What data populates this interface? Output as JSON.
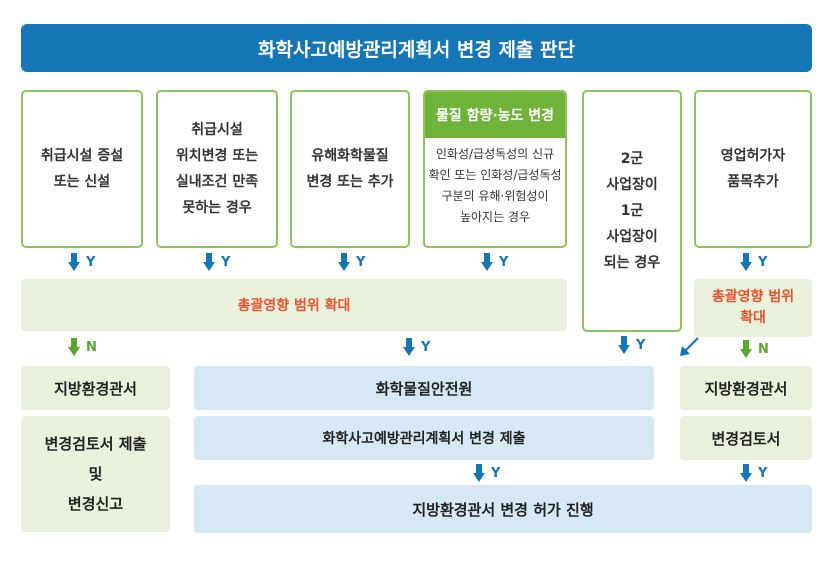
{
  "title": "화학사고예방관리계획서 변경 제출 판단",
  "cases": [
    {
      "label": "취급시설 증설\n또는 신설"
    },
    {
      "label": "취급시설\n위치변경 또는\n실내조건 만족\n못하는 경우"
    },
    {
      "label": "유해화학물질\n변경 또는 추가"
    },
    {
      "label": "물질 함량·농도 변경",
      "desc": "인화성/급성독성의 신규\n확인 또는 인화성/급성독성\n구분의 유해·위험성이\n높아지는 경우"
    },
    {
      "label": "2군\n사업장이\n1군\n사업장이\n되는 경우"
    },
    {
      "label": "영업허가자\n품목추가"
    }
  ],
  "arrow_labels": {
    "yes": "Y",
    "no": "N"
  },
  "scope_expand": {
    "main": "총괄영향 범위 확대",
    "right": "총괄영향 범위\n확대"
  },
  "left_col": {
    "office": "지방환경관서",
    "action": "변경검토서 제출\n및\n변경신고"
  },
  "center": {
    "institute": "화학물질안전원",
    "submit": "화학사고예방관리계획서 변경 제출",
    "final": "지방환경관서 변경 허가 진행"
  },
  "right_col": {
    "office": "지방환경관서",
    "action": "변경검토서"
  },
  "colors": {
    "title_blue": "#1576b6",
    "green": "#8cc45a",
    "green_dark": "#6fb33b",
    "light_green": "#e9f0dc",
    "light_blue": "#d6e8f4",
    "orange": "#e8532e"
  }
}
